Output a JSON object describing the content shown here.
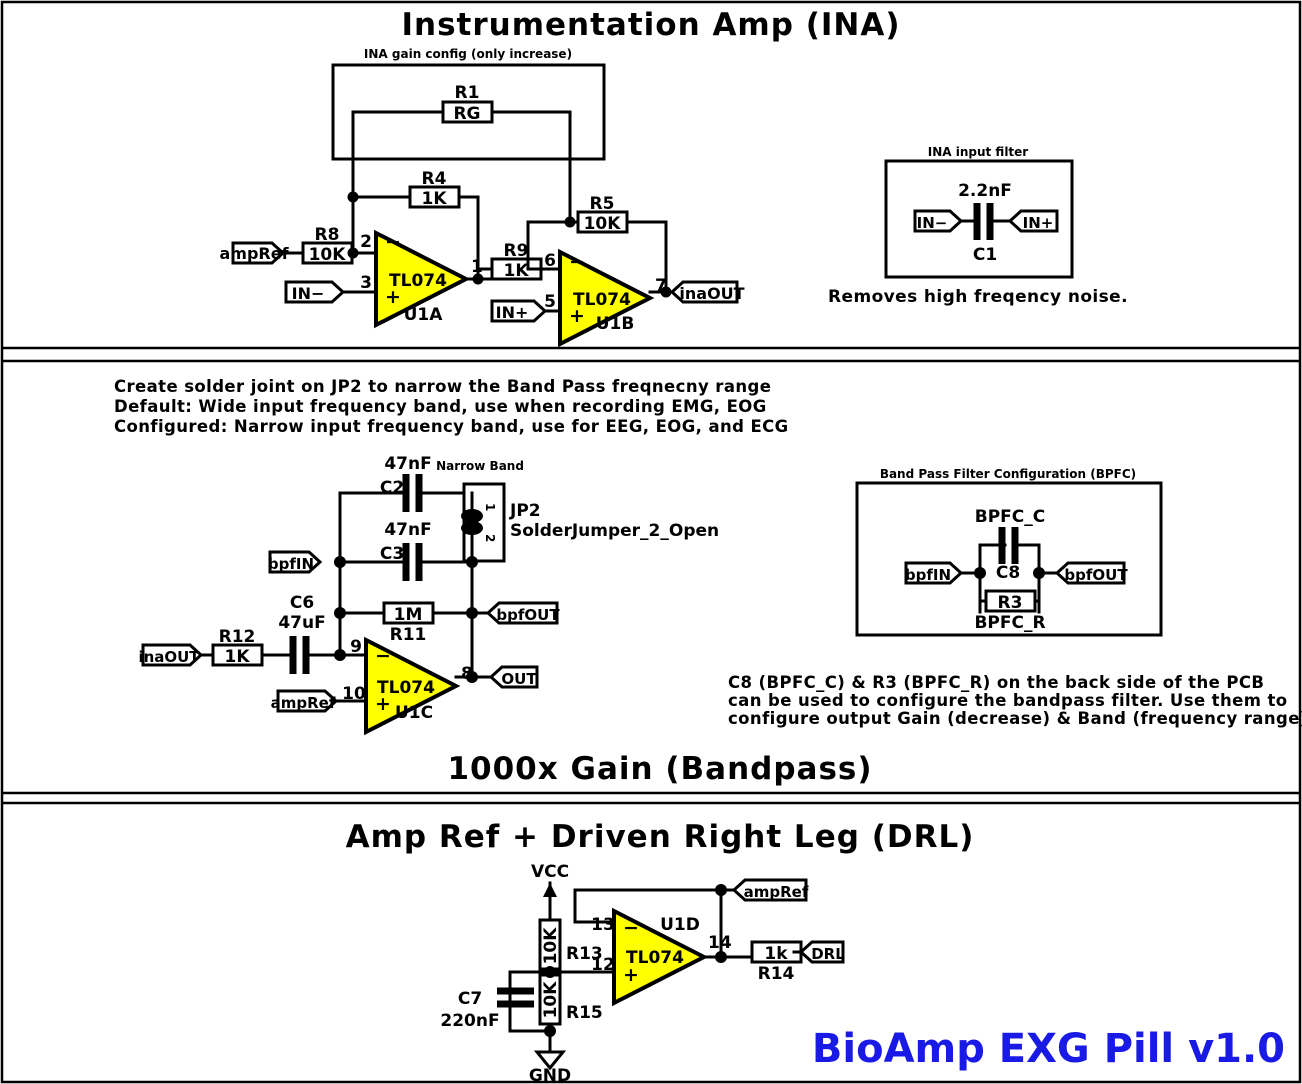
{
  "sheet": {
    "logo": "BioAmp EXG Pill v1.0",
    "logo_color": "#1a1ae6",
    "opamp_fill": "#ffff00"
  },
  "sections": {
    "ina": {
      "title": "Instrumentation Amp (INA)",
      "gain_box_title": "INA gain config (only increase)",
      "input_filter_title": "INA input filter",
      "input_filter_note": "Removes high freqency noise."
    },
    "bandpass": {
      "title": "1000x Gain (Bandpass)",
      "notes": [
        "Create solder joint on JP2 to narrow the Band Pass freqnecny range",
        "Default: Wide input frequency band, use when recording EMG, EOG",
        "Configured: Narrow input frequency band, use for EEG, EOG, and ECG"
      ],
      "bpfc_title": "Band Pass Filter Configuration (BPFC)",
      "bpfc_notes": [
        "C8 (BPFC_C) & R3 (BPFC_R) on the back side of the PCB",
        "can be used to configure the bandpass filter. Use them to",
        "configure output Gain (decrease) & Band (frequency range)."
      ]
    },
    "drl": {
      "title": "Amp Ref + Driven Right Leg (DRL)"
    }
  },
  "ina_circuit": {
    "r1": {
      "ref": "R1",
      "value": "RG"
    },
    "r4": {
      "ref": "R4",
      "value": "1K"
    },
    "r5": {
      "ref": "R5",
      "value": "10K"
    },
    "r8": {
      "ref": "R8",
      "value": "10K"
    },
    "r9": {
      "ref": "R9",
      "value": "1K"
    },
    "u1a": {
      "part": "TL074",
      "ref": "U1A",
      "pin_minus": "2",
      "pin_plus": "3",
      "pin_out": "1"
    },
    "u1b": {
      "part": "TL074",
      "ref": "U1B",
      "pin_minus": "6",
      "pin_plus": "5",
      "pin_out": "7"
    },
    "ports": {
      "ampref": "ampRef",
      "in_minus": "IN−",
      "in_plus": "IN+",
      "inaout": "inaOUT"
    }
  },
  "ina_filter": {
    "c1": {
      "ref": "C1",
      "value": "2.2nF"
    },
    "left_port": "IN−",
    "right_port": "IN+"
  },
  "bpf_circuit": {
    "c2": {
      "ref": "C2",
      "value": "47nF"
    },
    "c3": {
      "ref": "C3",
      "value": "47nF"
    },
    "c6": {
      "ref": "C6",
      "value": "47uF"
    },
    "r11": {
      "ref": "R11",
      "value": "1M"
    },
    "r12": {
      "ref": "R12",
      "value": "1K"
    },
    "jp2": {
      "ref": "JP2",
      "part": "SolderJumper_2_Open",
      "label": "Narrow Band",
      "pin1": "1",
      "pin2": "2"
    },
    "u1c": {
      "part": "TL074",
      "ref": "U1C",
      "pin_minus": "9",
      "pin_plus": "10",
      "pin_out": "8"
    },
    "ports": {
      "inaout": "inaOUT",
      "ampref": "ampRef",
      "bpfin": "bpfIN",
      "bpfout": "bpfOUT",
      "out": "OUT"
    }
  },
  "bpfc_box": {
    "cap_label": "BPFC_C",
    "cap_ref": "C8",
    "res_ref": "R3",
    "res_label": "BPFC_R",
    "left_port": "bpfIN",
    "right_port": "bpfOUT"
  },
  "drl_circuit": {
    "r13": {
      "ref": "R13",
      "value": "10K"
    },
    "r15": {
      "ref": "R15",
      "value": "10K"
    },
    "r14": {
      "ref": "R14",
      "value": "1k"
    },
    "c7": {
      "ref": "C7",
      "value": "220nF"
    },
    "u1d": {
      "part": "TL074",
      "ref": "U1D",
      "pin_minus": "13",
      "pin_plus": "12",
      "pin_out": "14"
    },
    "power": {
      "vcc": "VCC",
      "gnd": "GND"
    },
    "ports": {
      "ampref": "ampRef",
      "drl": "DRL"
    }
  }
}
